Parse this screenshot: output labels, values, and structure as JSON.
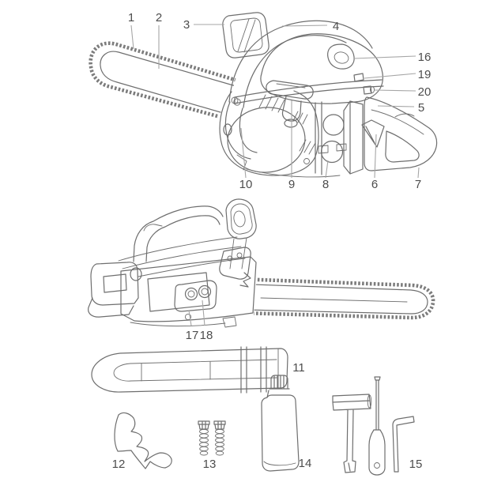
{
  "figure": {
    "background_color": "#ffffff",
    "line_color": "#6e6e6e",
    "chain_color": "#7c7c7c",
    "leader_color": "#a6a6a6",
    "label_color": "#4d4d4d"
  },
  "callouts": {
    "top": {
      "c1": "1",
      "c2": "2",
      "c3": "3",
      "c4": "4",
      "c5": "5",
      "c6": "6",
      "c7": "7",
      "c8": "8",
      "c9": "9",
      "c10": "10",
      "c16": "16",
      "c19": "19",
      "c20": "20"
    },
    "middle": {
      "c17": "17",
      "c18": "18"
    },
    "items": {
      "c11": "11",
      "c12": "12",
      "c13": "13",
      "c14": "14",
      "c15": "15"
    }
  }
}
